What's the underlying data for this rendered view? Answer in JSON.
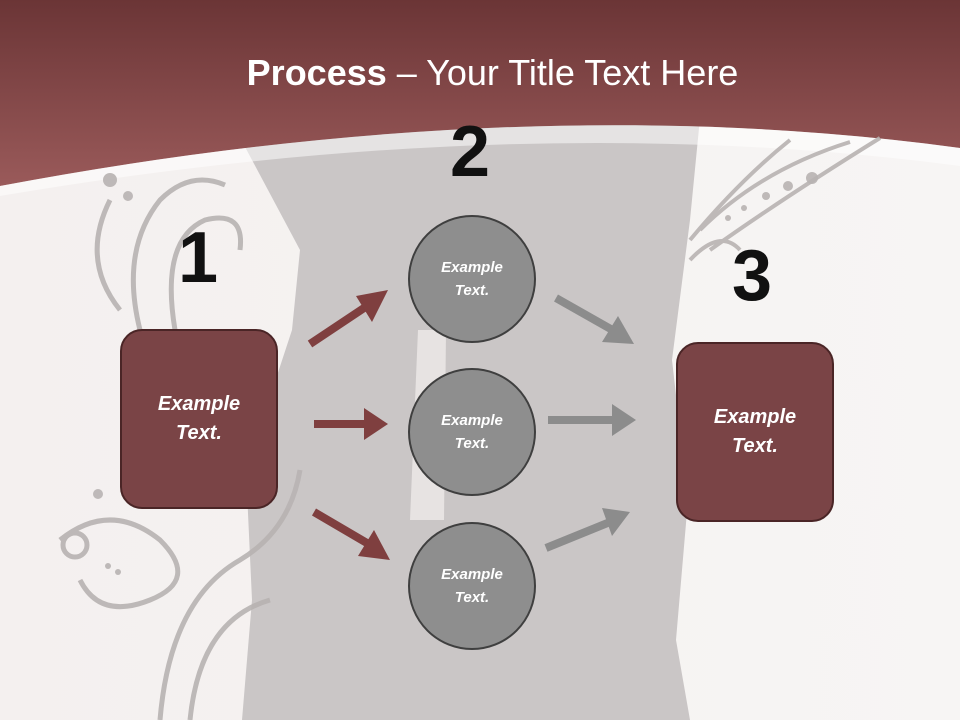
{
  "title": {
    "bold": "Process",
    "rest": " – Your Title Text Here"
  },
  "steps": [
    {
      "number": "1",
      "text": "Example\nText."
    },
    {
      "number": "2",
      "text": "Example\nText."
    },
    {
      "number": "3",
      "text": "Example\nText."
    }
  ],
  "circles": [
    {
      "text": "Example\nText."
    },
    {
      "text": "Example\nText."
    },
    {
      "text": "Example\nText."
    }
  ],
  "colors": {
    "header": "#8a4b4c",
    "box_fill": "#7a4446",
    "circle_fill": "#8e8e8e",
    "arrow_red": "#7f3f3f",
    "arrow_grey": "#8c8c8c"
  }
}
